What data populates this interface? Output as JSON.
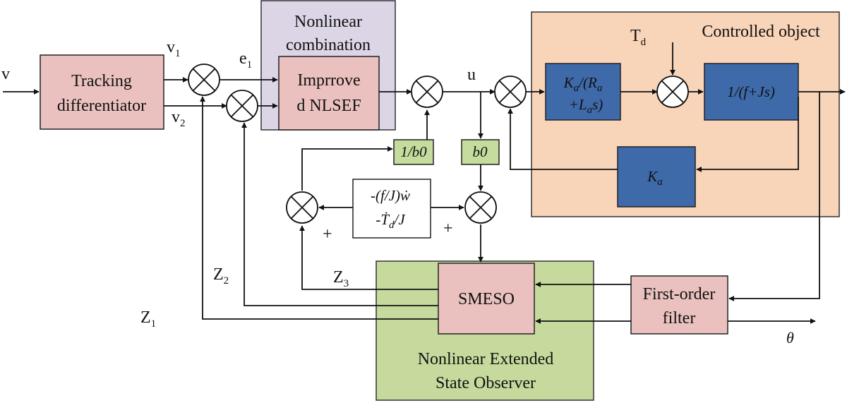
{
  "colors": {
    "salmon_block": "#eac1be",
    "blue_block": "#3e6aa9",
    "green_block": "#c6dc9e",
    "purple_region": "#dcd5e6",
    "orange_region": "#f8d4b8",
    "green_region": "#c5da9c",
    "line": "#111111"
  },
  "signals": {
    "v": "v",
    "v1": "v",
    "v1_sub": "1",
    "v2": "v",
    "v2_sub": "2",
    "e1": "e",
    "e1_sub": "1",
    "u": "u",
    "td": "T",
    "td_sub": "d",
    "z1": "Z",
    "z1_sub": "1",
    "z2": "Z",
    "z2_sub": "2",
    "z3": "Z",
    "z3_sub": "3",
    "theta": "θ",
    "plus_left": "+",
    "plus_right": "+"
  },
  "regions": {
    "nonlinear_combination": {
      "line1": "Nonlinear",
      "line2": "combination"
    },
    "controlled_object": {
      "label": "Controlled object"
    },
    "neso": {
      "line1": "Nonlinear Extended",
      "line2": "State Observer"
    }
  },
  "blocks": {
    "tracking_differentiator": {
      "line1": "Tracking",
      "line2": "differentiator"
    },
    "nlsef": {
      "line1": "Imprrove",
      "line2": "d NLSEF"
    },
    "inv_b0": {
      "label": "1/b0"
    },
    "b0": {
      "label": "b0"
    },
    "armature": {
      "l1_a": "K",
      "l1_b": "a",
      "l1_c": "/(R",
      "l1_d": "a",
      "l2_a": "+L",
      "l2_b": "a",
      "l2_c": "s)"
    },
    "mechanical": {
      "label": "1/(f+Js)"
    },
    "feedback_ka": {
      "k": "K",
      "sub": "a"
    },
    "disturbance_term": {
      "l1_a": "-(f/J)",
      "l1_b": "ẇ",
      "l2_a": "-",
      "l2_b": "Ṫ",
      "l2_c": "d",
      "l2_d": "/J"
    },
    "smeso": {
      "label": "SMESO"
    },
    "first_order_filter": {
      "line1": "First-order",
      "line2": "filter"
    }
  }
}
